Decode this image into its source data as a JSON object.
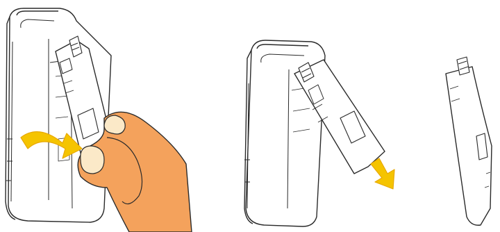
{
  "steps": [
    {
      "id": 1,
      "action": "lift-cover",
      "arrow_direction": "curved-right"
    },
    {
      "id": 2,
      "action": "slide-cover-out",
      "arrow_direction": "down-right"
    },
    {
      "id": 3,
      "action": "cover-removed"
    }
  ],
  "colors": {
    "outline": "#2a2a2a",
    "arrow_fill": "#f5c400",
    "arrow_stroke": "#e8a800",
    "hand_fill": "#f4a25c",
    "nail_fill": "#fbe9c8",
    "body_fill": "#ffffff"
  },
  "icons": [
    "device-icon",
    "battery-cover-icon",
    "hand-icon",
    "curved-arrow-icon",
    "down-arrow-icon"
  ]
}
